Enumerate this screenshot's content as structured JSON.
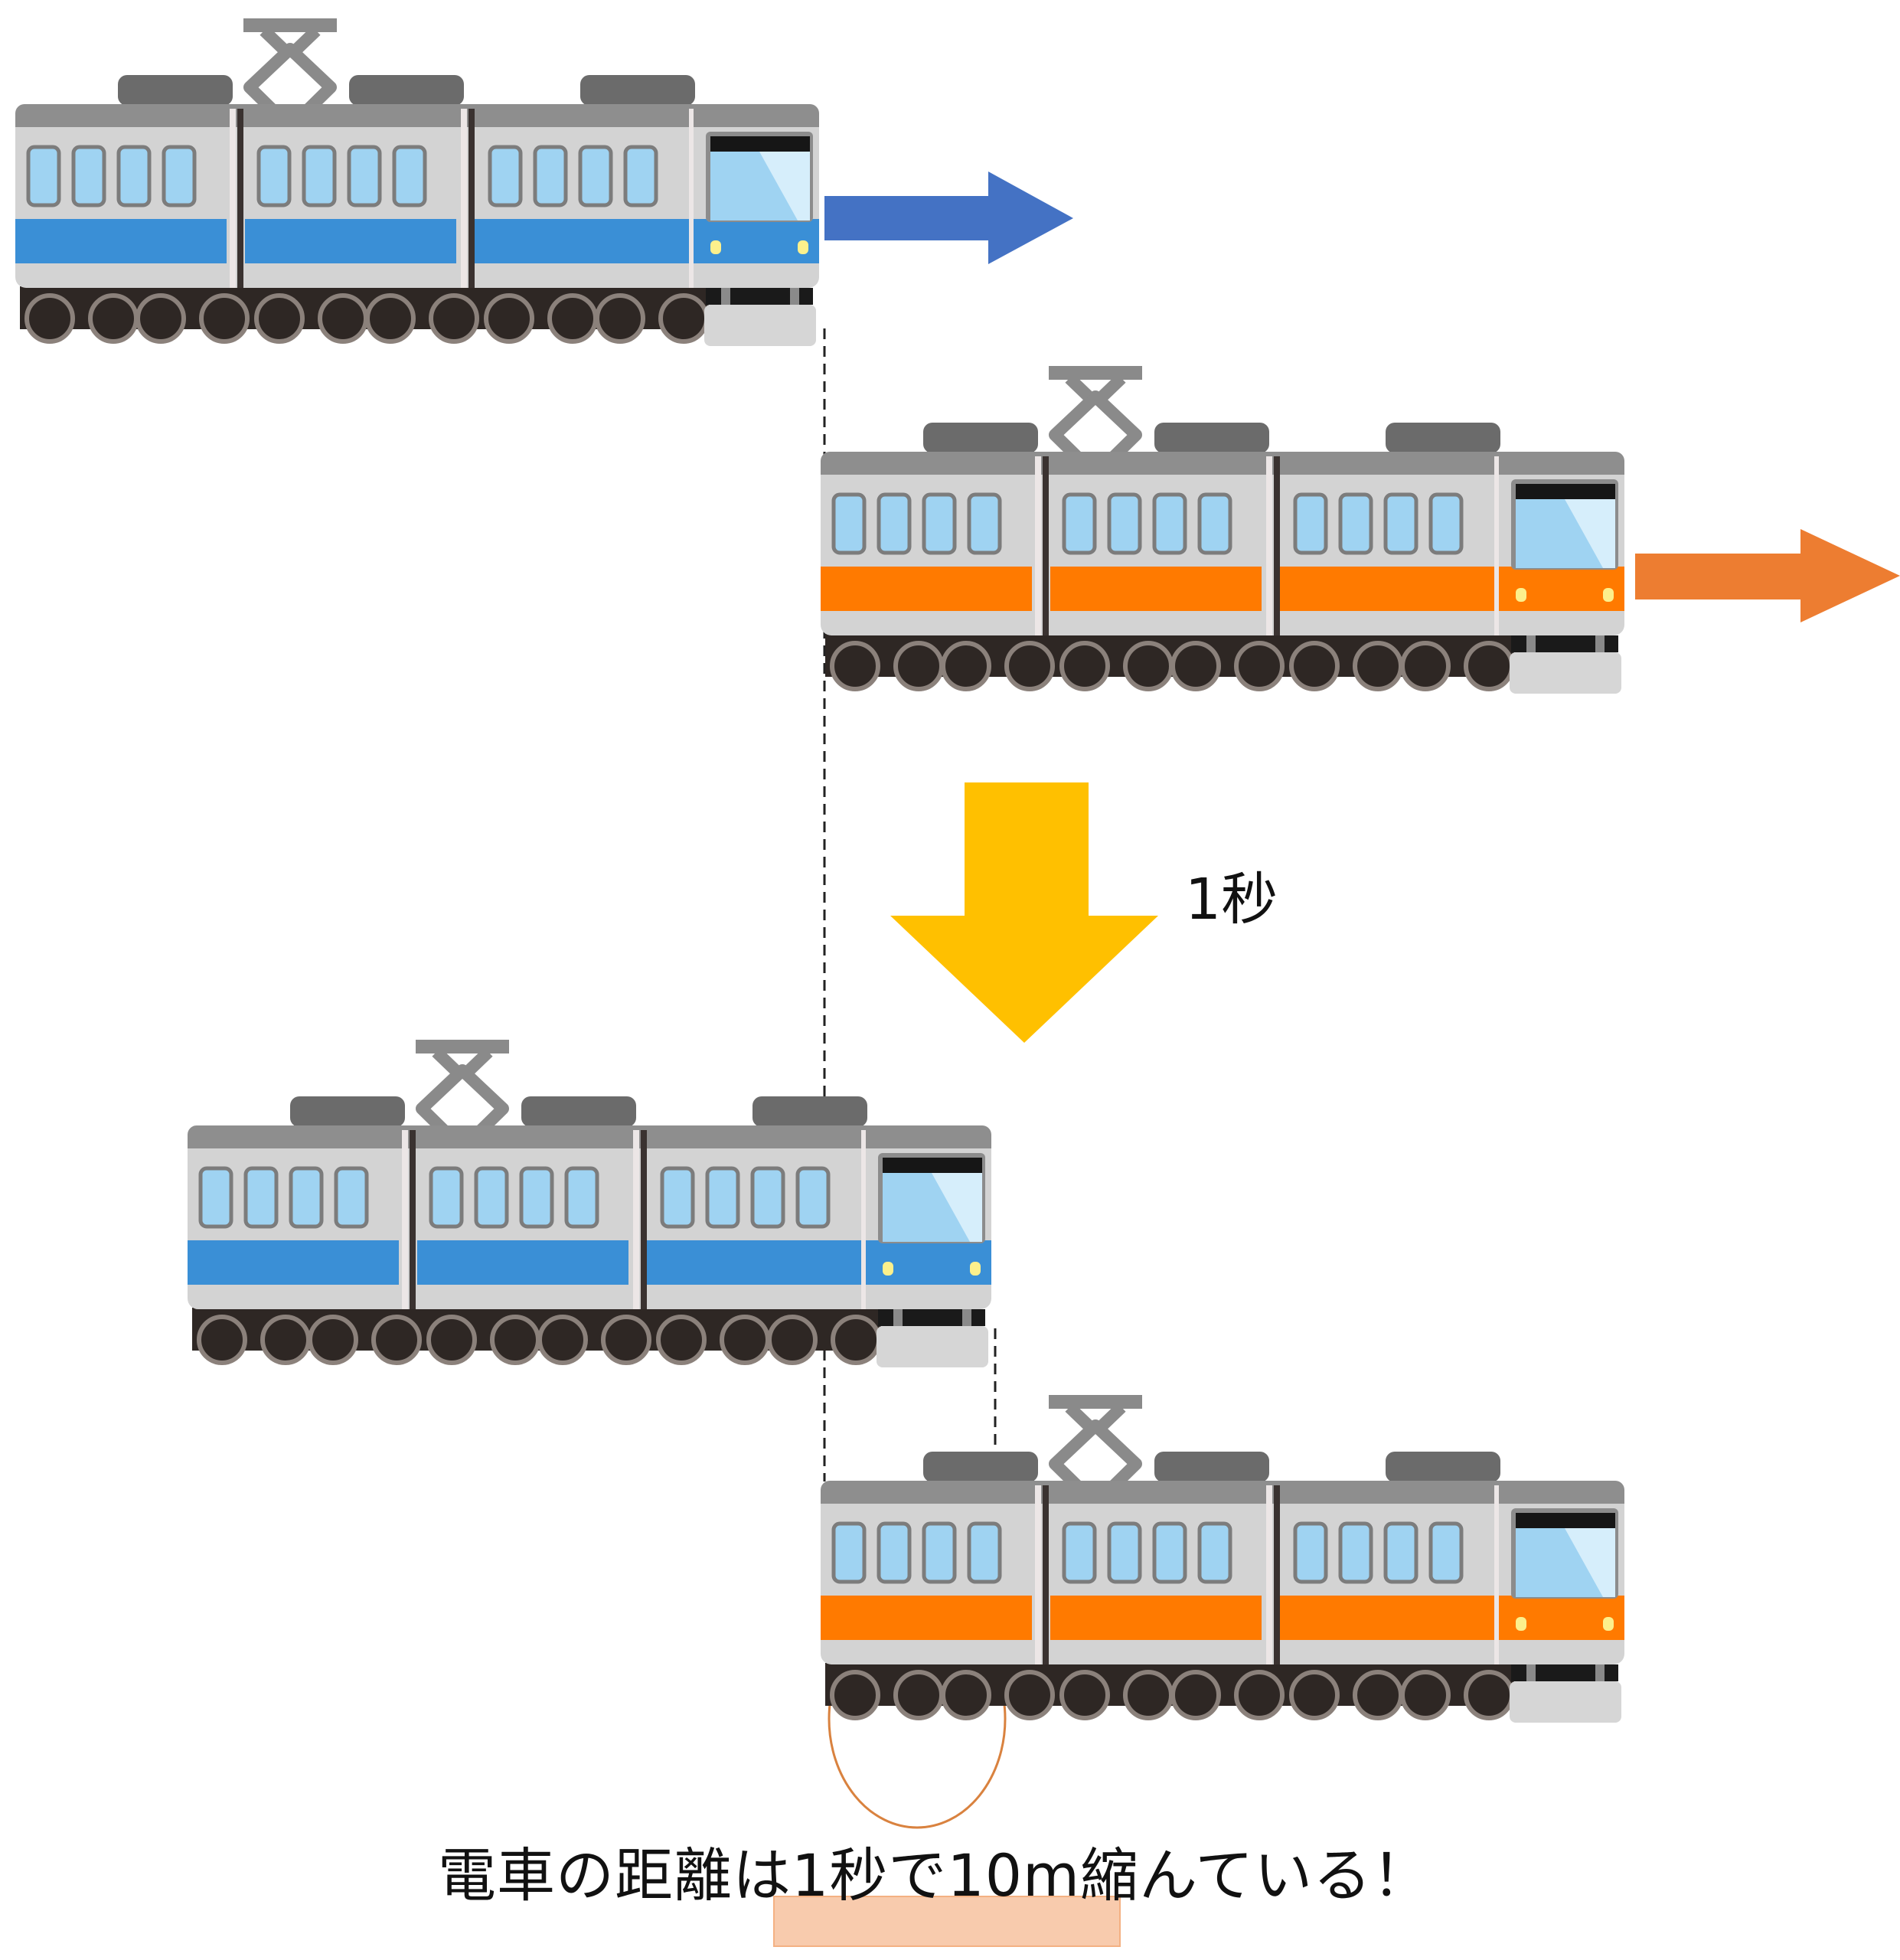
{
  "diagram": {
    "description": "Two trains moving right; after 1 second the gap between them shrinks by 10m",
    "colors": {
      "blue_train_stripe": "#3A8FD6",
      "orange_train_stripe": "#FF7A00",
      "train_body": "#D3D3D3",
      "train_roof": "#8E8E8E",
      "window": "#9FD3F2",
      "blue_arrow": "#4472C4",
      "orange_arrow": "#ED7D31",
      "time_arrow": "#FFC000",
      "highlight_ellipse": "#D9823F",
      "highlight_rect": "#F8CBAD",
      "dashed_guide": "#222222"
    },
    "trains": [
      {
        "id": "blue-before",
        "line_color": "blue",
        "moment": "before"
      },
      {
        "id": "orange-before",
        "line_color": "orange",
        "moment": "before"
      },
      {
        "id": "blue-after",
        "line_color": "blue",
        "moment": "after"
      },
      {
        "id": "orange-after",
        "line_color": "orange",
        "moment": "after"
      }
    ],
    "arrows": [
      {
        "id": "blue-train-direction",
        "direction": "right",
        "color_key": "blue_arrow"
      },
      {
        "id": "orange-train-direction",
        "direction": "right",
        "color_key": "orange_arrow"
      },
      {
        "id": "time-elapsed",
        "direction": "down",
        "color_key": "time_arrow"
      }
    ],
    "time_label": "1秒",
    "caption": "電車の距離は1秒で10m縮んている！"
  }
}
